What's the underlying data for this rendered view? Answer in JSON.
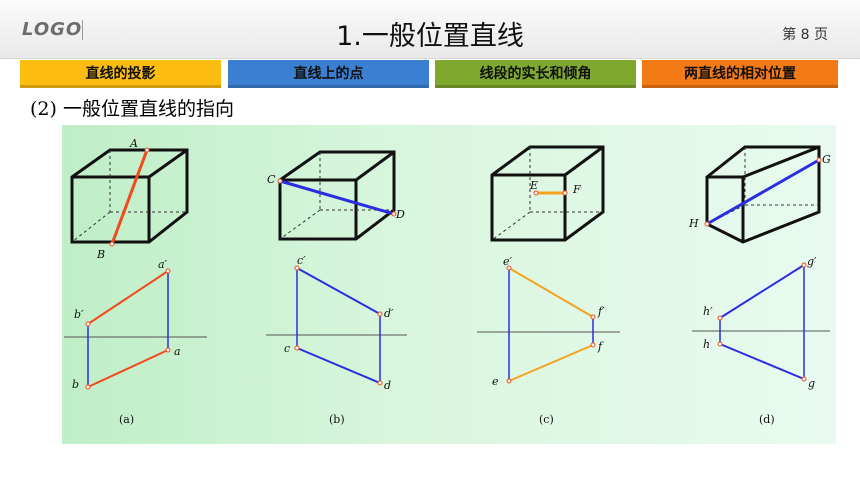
{
  "header": {
    "logo": "LOGO",
    "title": "1.一般位置直线",
    "page": "第 8 页"
  },
  "nav": [
    {
      "label": "直线的投影",
      "color": "#fdbc10"
    },
    {
      "label": "直线上的点",
      "color": "#3b7fd3"
    },
    {
      "label": "线段的实长和倾角",
      "color": "#7fa82f"
    },
    {
      "label": "两直线的相对位置",
      "color": "#f47a16"
    }
  ],
  "subtitle": "(2)  一般位置直线的指向",
  "figure": {
    "panels": [
      {
        "caption": "(a)",
        "solid_labels": [
          "A",
          "B"
        ],
        "proj_labels": [
          "a′",
          "b′",
          "a",
          "b"
        ],
        "line_color": "#f04a1e"
      },
      {
        "caption": "(b)",
        "solid_labels": [
          "C",
          "D"
        ],
        "proj_labels": [
          "c′",
          "d′",
          "c",
          "d"
        ],
        "line_color": "#2a2ee0"
      },
      {
        "caption": "(c)",
        "solid_labels": [
          "E",
          "F"
        ],
        "proj_labels": [
          "e′",
          "f′",
          "f",
          "e"
        ],
        "line_color": "#f7a21e"
      },
      {
        "caption": "(d)",
        "solid_labels": [
          "G",
          "H"
        ],
        "proj_labels": [
          "h′",
          "g′",
          "h",
          "g"
        ],
        "line_color": "#2a2ee0"
      }
    ]
  }
}
